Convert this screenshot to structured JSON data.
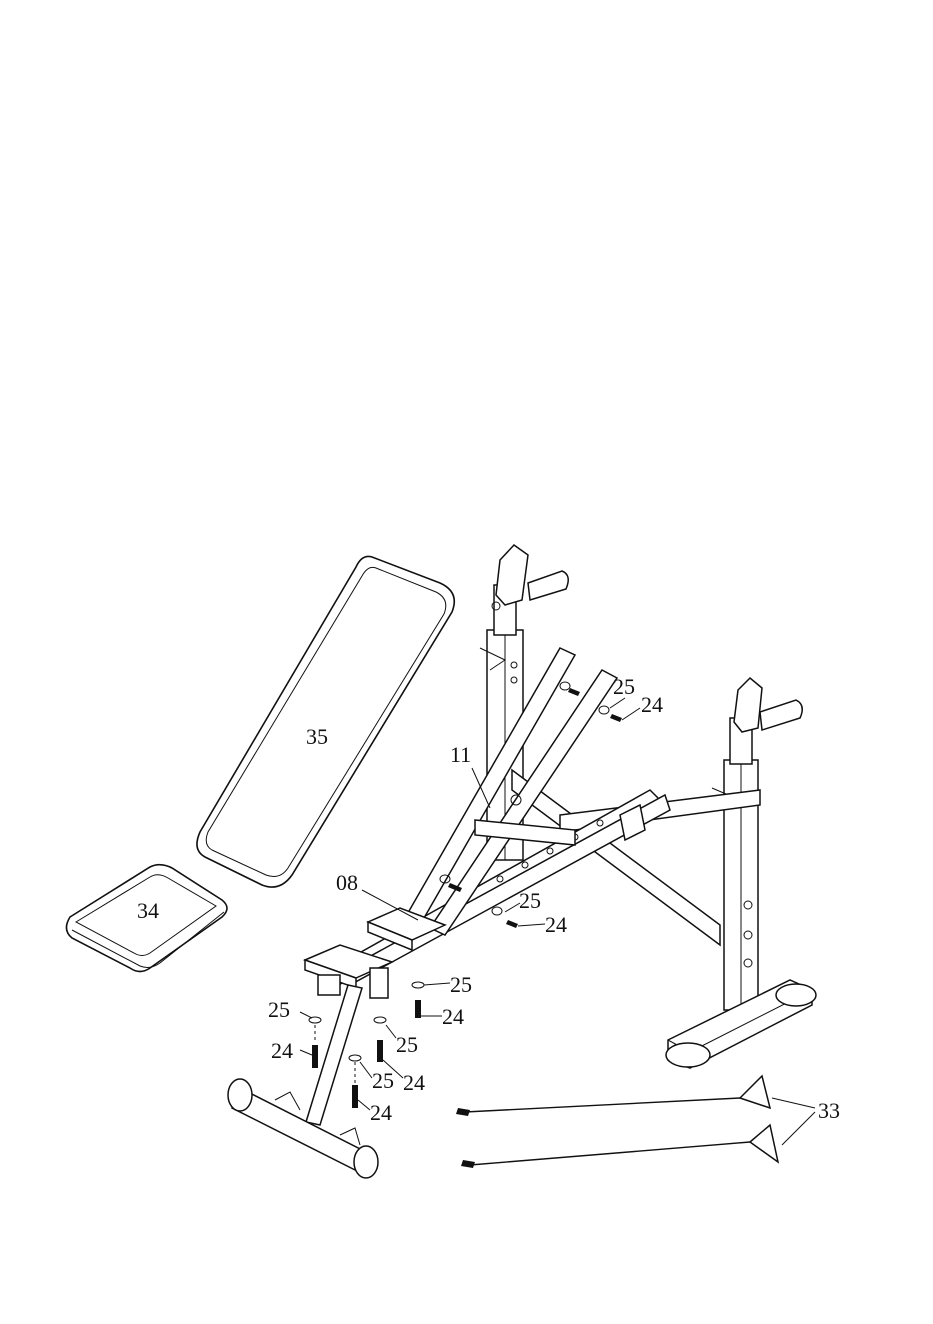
{
  "title": "",
  "parts": {
    "backrest": "35",
    "seat": "34",
    "incline_bar": "11",
    "seat_support": "08",
    "bands": "33"
  },
  "hardware_labels": [
    "25",
    "24",
    "25",
    "24",
    "25",
    "24",
    "25",
    "24",
    "25",
    "24",
    "25",
    "24"
  ],
  "colors": {
    "line": "#111111",
    "background": "#ffffff"
  }
}
